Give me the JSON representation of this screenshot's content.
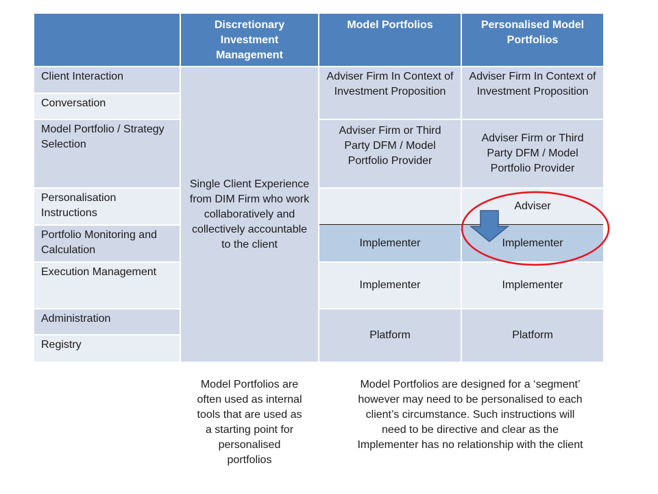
{
  "header": {
    "col1": "Discretionary Investment Management",
    "col2": "Model Portfolios",
    "col3": "Personalised Model Portfolios"
  },
  "rows": {
    "client_interaction": "Client Interaction",
    "conversation": "Conversation",
    "model_selection": "Model Portfolio / Strategy Selection",
    "personalisation": "Personalisation Instructions",
    "monitoring": "Portfolio Monitoring and Calculation",
    "execution": "Execution Management",
    "administration": "Administration",
    "registry": "Registry"
  },
  "dim_cell": "Single Client Experience from DIM Firm who work collaboratively and collectively accountable to the client",
  "model_portfolios": {
    "interaction": "Adviser Firm In Context of Investment Proposition",
    "selection": "Adviser Firm or Third Party DFM / Model Portfolio Provider",
    "monitoring": "Implementer",
    "execution": "Implementer",
    "admin": "Platform"
  },
  "personalised": {
    "interaction": "Adviser Firm In Context of Investment Proposition",
    "selection": "Adviser Firm or Third Party DFM / Model Portfolio Provider",
    "personalisation": "Adviser",
    "monitoring": "Implementer",
    "execution": "Implementer",
    "admin": "Platform"
  },
  "notes": {
    "left": "Model Portfolios are often used as internal tools that are used as a starting point for personalised portfolios",
    "right": "Model Portfolios are designed for a ‘segment’ however may need to be personalised to each client’s circumstance. Such instructions will need to be directive and clear as the Implementer has no relationship with the client"
  },
  "colors": {
    "header": "#4f81bd",
    "band_dark": "#d0d8e8",
    "band_light": "#e9edf4",
    "highlight_row": "#b8cce4",
    "arrow": "#4f81bd",
    "circle": "#e8141c"
  },
  "icons": [
    "down-arrow-icon",
    "red-circle-annotation"
  ]
}
